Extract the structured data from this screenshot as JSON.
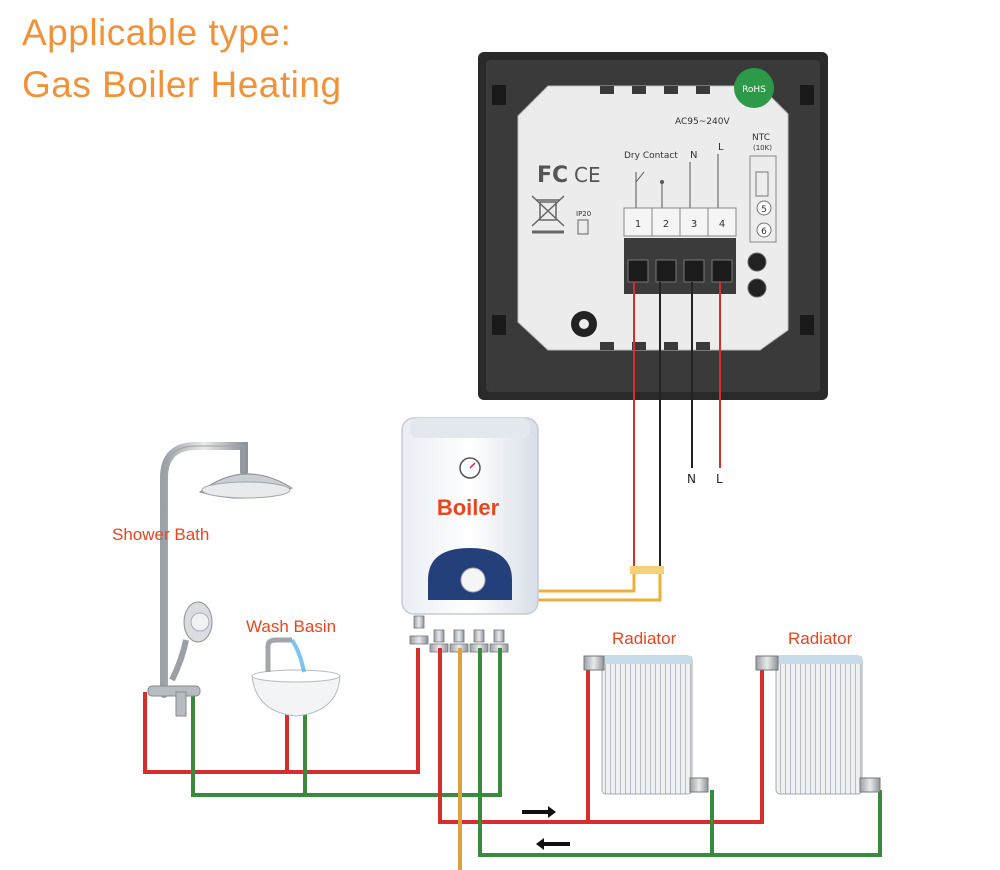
{
  "title": {
    "line1": "Applicable type:",
    "line2": "Gas Boiler Heating"
  },
  "thermostat": {
    "voltage": "AC95~240V",
    "dry_contact": "Dry Contact",
    "n": "N",
    "l": "L",
    "ntc": "NTC",
    "ntc_sub": "(10K)",
    "terminals": [
      "1",
      "2",
      "3",
      "4"
    ],
    "ntc_terminals": [
      "5",
      "6"
    ],
    "cert_fc": "FC",
    "cert_ce": "CE",
    "rohs": "RoHS",
    "ipx": "IP20"
  },
  "wires": {
    "n_label": "N",
    "l_label": "L"
  },
  "labels": {
    "boiler": "Boiler",
    "shower": "Shower Bath",
    "basin": "Wash Basin",
    "radiator1": "Radiator",
    "radiator2": "Radiator"
  },
  "colors": {
    "title": "#f0923a",
    "label": "#e8461f",
    "hot_pipe": "#d62d2d",
    "cold_pipe": "#3a8a3e",
    "gas_pipe": "#e0a040"
  }
}
